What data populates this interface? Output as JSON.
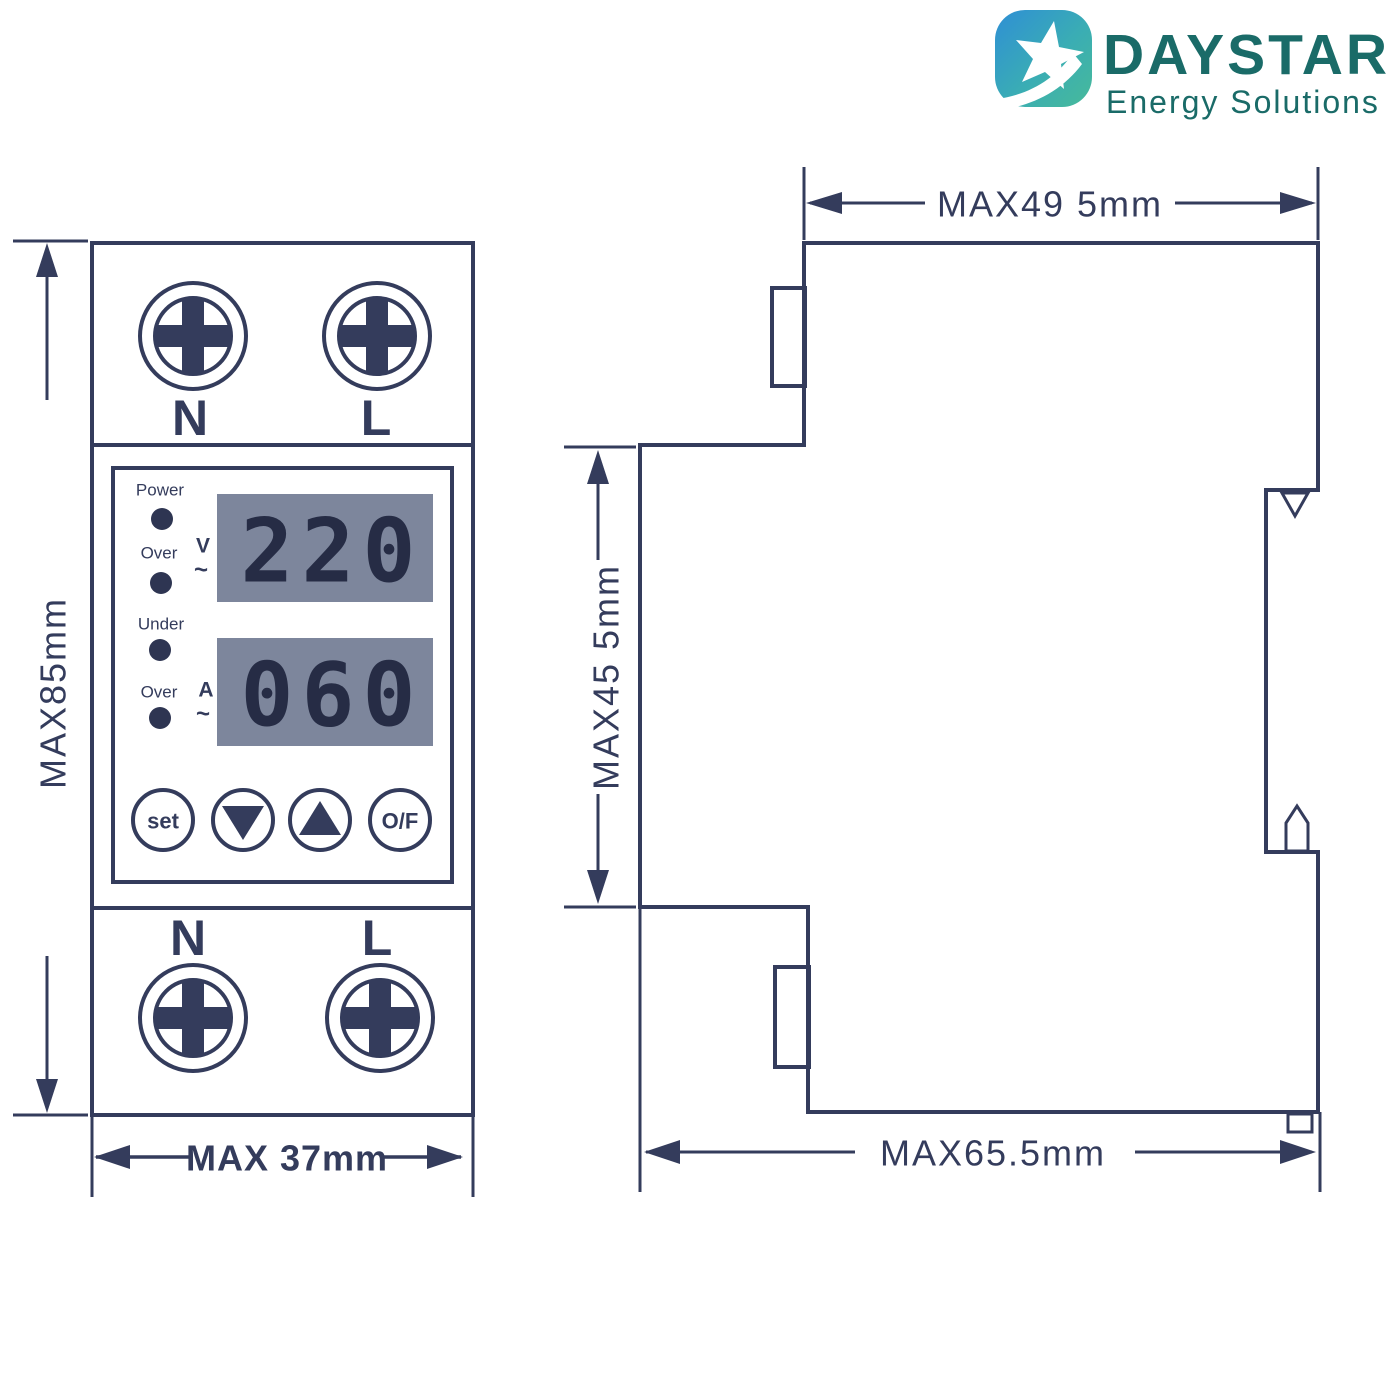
{
  "logo": {
    "brand": "DAYSTAR",
    "tagline": "Energy Solutions",
    "icon": "star-in-rounded-square",
    "colors": {
      "blue": "#2f8fd5",
      "teal": "#47ba9a",
      "text": "#1a6b68"
    }
  },
  "front_view": {
    "dim_height": "MAX85mm",
    "dim_width": "MAX 37mm",
    "terminals_top": {
      "left": "N",
      "right": "L"
    },
    "terminals_bottom": {
      "left": "N",
      "right": "L"
    },
    "leds": {
      "power_label": "Power",
      "over_voltage_label": "Over",
      "under_voltage_label": "Under",
      "over_current_label": "Over"
    },
    "units": {
      "voltage": "V",
      "current": "A",
      "ac_tilde": "~"
    },
    "lcd": {
      "voltage": "220",
      "current": "060"
    },
    "buttons": {
      "set": "set",
      "down_icon": "triangle-down",
      "up_icon": "triangle-up",
      "power": "O/F"
    }
  },
  "side_view": {
    "dim_top": "MAX49 5mm",
    "dim_front": "MAX45 5mm",
    "dim_bottom": "MAX65.5mm"
  },
  "colors": {
    "line": "#343c5c",
    "lcd_bg": "#7d869c",
    "lcd_digits": "#262c45"
  }
}
